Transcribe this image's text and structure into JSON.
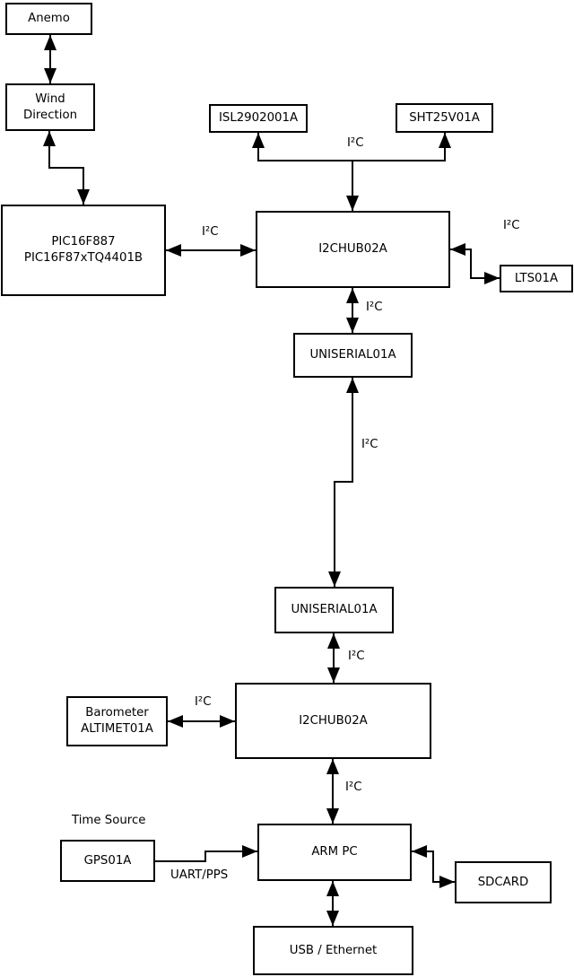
{
  "colors": {
    "background": "#ffffff",
    "line": "#000000",
    "box_fill": "#ffffff",
    "text": "#000000"
  },
  "nodes": {
    "anemo": {
      "label": "Anemo"
    },
    "wind_direction": {
      "label_line1": "Wind",
      "label_line2": "Direction"
    },
    "pic": {
      "label_line1": "PIC16F887",
      "label_line2": "PIC16F87xTQ4401B"
    },
    "isl": {
      "label": "ISL2902001A"
    },
    "sht": {
      "label": "SHT25V01A"
    },
    "i2c_hub_upper": {
      "label": "I2CHUB02A"
    },
    "lts": {
      "label": "LTS01A"
    },
    "uniserial_upper": {
      "label": "UNISERIAL01A"
    },
    "uniserial_lower": {
      "label": "UNISERIAL01A"
    },
    "i2c_hub_lower": {
      "label": "I2CHUB02A"
    },
    "barometer": {
      "label_line1": "Barometer",
      "label_line2": "ALTIMET01A"
    },
    "arm_pc": {
      "label": "ARM PC"
    },
    "gps": {
      "label": "GPS01A"
    },
    "sdcard": {
      "label": "SDCARD"
    },
    "usb_ethernet": {
      "label": "USB / Ethernet"
    }
  },
  "edge_labels": {
    "sensor_bus": "I²C",
    "pic_to_hub": "I²C",
    "hub_to_lts": "I²C",
    "hub_to_uniserial": "I²C",
    "uniserial_link": "I²C",
    "uniserial_to_hub2": "I²C",
    "barometer_to_hub2": "I²C",
    "hub2_to_armpc": "I²C",
    "uart_pps": "UART/PPS"
  },
  "annotations": {
    "time_source": "Time Source"
  }
}
